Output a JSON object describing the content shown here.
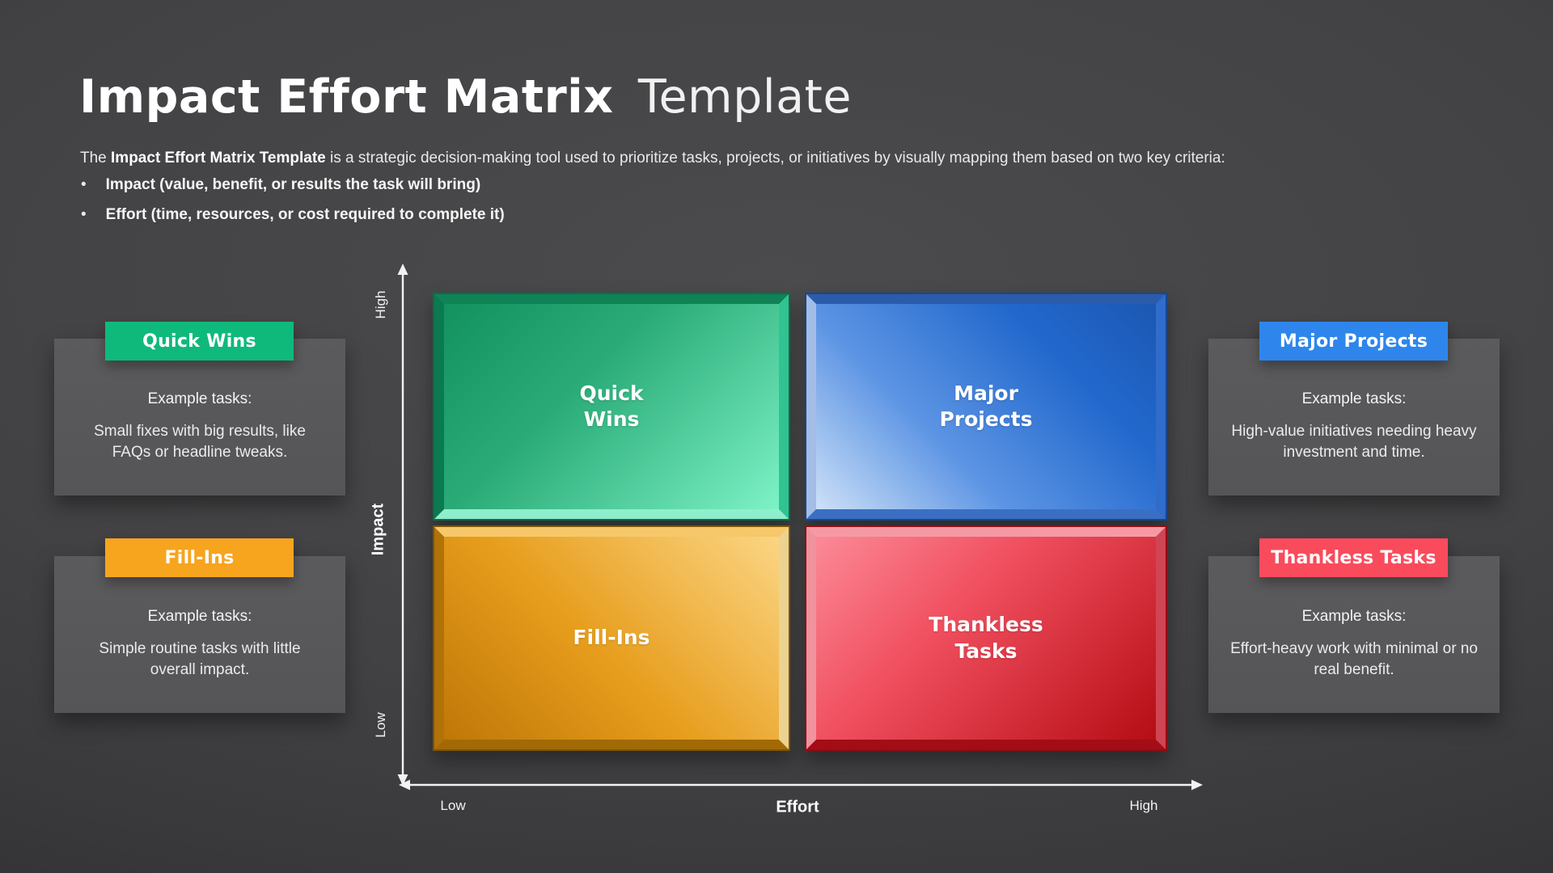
{
  "header": {
    "title_bold": "Impact Effort Matrix",
    "title_light": "Template",
    "description_prefix": "The ",
    "description_bold": "Impact Effort Matrix Template",
    "description_rest": " is a strategic decision-making tool used to prioritize tasks, projects, or initiatives by visually mapping them based on two key criteria:",
    "bullets": [
      "Impact (value, benefit, or results the task will bring)",
      "Effort (time, resources, or cost required to complete it)"
    ]
  },
  "matrix": {
    "y_axis": {
      "label": "Impact",
      "high": "High",
      "low": "Low"
    },
    "x_axis": {
      "label": "Effort",
      "low": "Low",
      "high": "High"
    },
    "quadrants": [
      {
        "id": "quick-wins",
        "label": "Quick\nWins",
        "color": "#0fb97c"
      },
      {
        "id": "major-projects",
        "label": "Major\nProjects",
        "color": "#2e86ec"
      },
      {
        "id": "fill-ins",
        "label": "Fill-Ins",
        "color": "#f7a41f"
      },
      {
        "id": "thankless-tasks",
        "label": "Thankless\nTasks",
        "color": "#f94b5c"
      }
    ]
  },
  "cards": [
    {
      "id": "quick-wins",
      "badge": "Quick Wins",
      "badge_color": "#0fb97c",
      "heading": "Example tasks:",
      "body": "Small fixes with big results, like FAQs or headline tweaks."
    },
    {
      "id": "major-projects",
      "badge": "Major Projects",
      "badge_color": "#2e86ec",
      "heading": "Example tasks:",
      "body": "High-value initiatives needing heavy investment and time."
    },
    {
      "id": "fill-ins",
      "badge": "Fill-Ins",
      "badge_color": "#f7a41f",
      "heading": "Example tasks:",
      "body": "Simple routine tasks with little overall impact."
    },
    {
      "id": "thankless-tasks",
      "badge": "Thankless Tasks",
      "badge_color": "#f94b5c",
      "heading": "Example tasks:",
      "body": "Effort-heavy work with minimal or no real benefit."
    }
  ],
  "colors": {
    "background": "#414143",
    "card_background": "#575759",
    "axis": "#f2f2f2",
    "quadrant_green_dark": "#13925f",
    "quadrant_green_light": "#7df2c6",
    "quadrant_blue_dark": "#1b57b2",
    "quadrant_blue_light": "#cde0f7",
    "quadrant_orange_dark": "#c07708",
    "quadrant_orange_light": "#fbd583",
    "quadrant_red_dark": "#b60d15",
    "quadrant_red_light": "#fc8997"
  }
}
